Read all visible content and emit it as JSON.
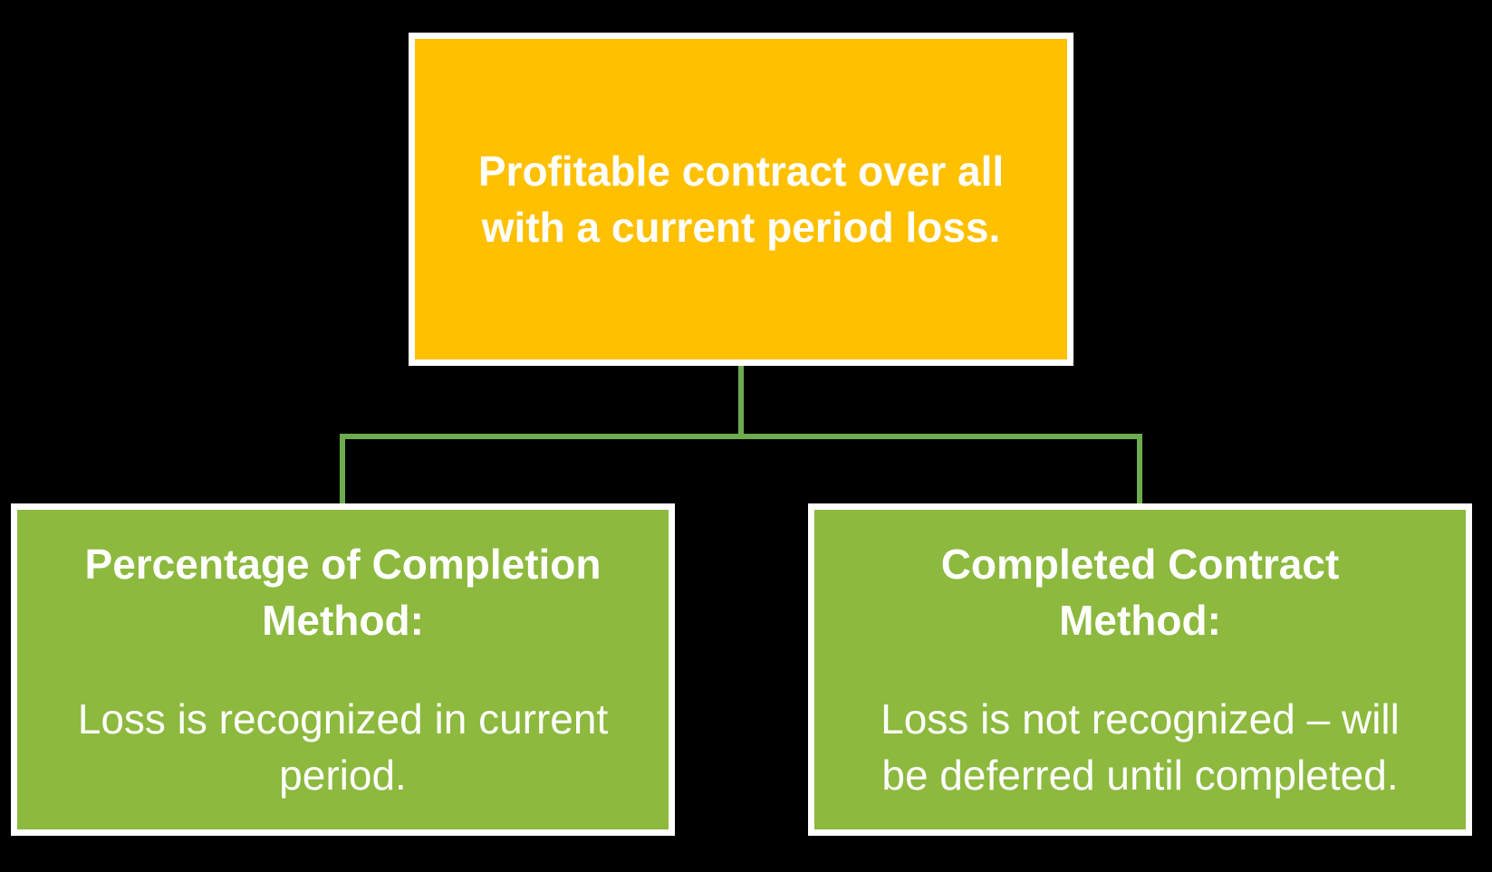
{
  "colors": {
    "background": "#000000",
    "root_fill": "#FFC000",
    "child_fill": "#8CB93E",
    "connector": "#6CAC4E",
    "box_border": "#FFFFFF",
    "text": "#FFFFFF"
  },
  "nodes": {
    "root": {
      "text": "Profitable contract over all\nwith a current period loss."
    },
    "children": [
      {
        "heading": "Percentage of Completion\nMethod:",
        "body": "Loss is recognized in current\nperiod."
      },
      {
        "heading": "Completed Contract\nMethod:",
        "body": "Loss is not recognized – will\nbe deferred until completed."
      }
    ]
  }
}
